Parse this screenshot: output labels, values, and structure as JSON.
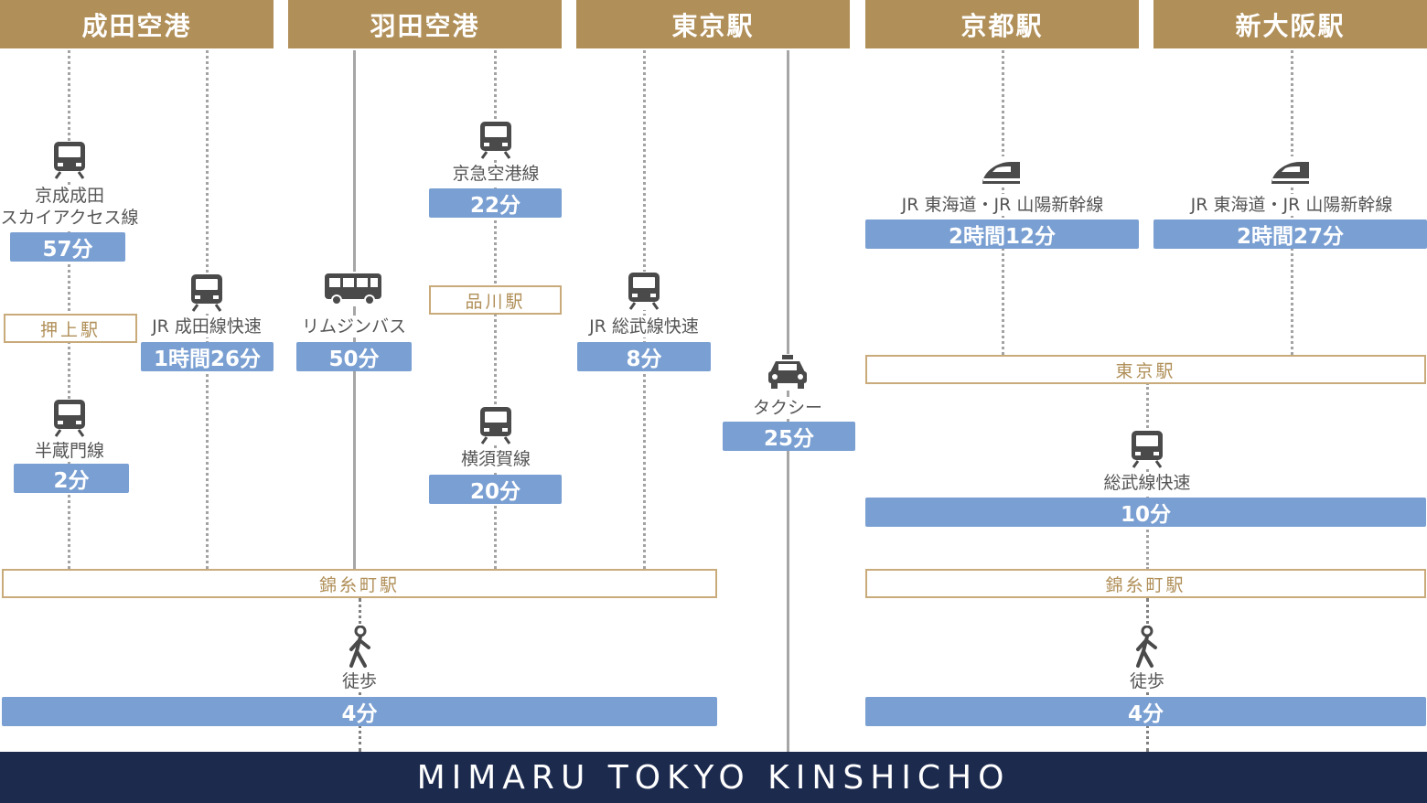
{
  "headers": [
    "成田空港",
    "羽田空港",
    "東京駅",
    "京都駅",
    "新大阪駅"
  ],
  "routes": {
    "narita_skyaccess": {
      "line1": "京成成田",
      "line2": "スカイアクセス線",
      "time": "57分",
      "transfer": "押上駅",
      "line3": "半蔵門線",
      "time2": "2分"
    },
    "narita_jr": {
      "line": "JR 成田線快速",
      "time": "1時間26分"
    },
    "haneda_bus": {
      "line": "リムジンバス",
      "time": "50分"
    },
    "haneda_keikyu": {
      "line1": "京急空港線",
      "time1": "22分",
      "transfer": "品川駅",
      "line2": "横須賀線",
      "time2": "20分"
    },
    "tokyo_jr": {
      "line": "JR 総武線快速",
      "time": "8分"
    },
    "tokyo_taxi": {
      "line": "タクシー",
      "time": "25分"
    },
    "kyoto": {
      "line": "JR 東海道・JR 山陽新幹線",
      "time": "2時間12分"
    },
    "shinosaka": {
      "line": "JR 東海道・JR 山陽新幹線",
      "time": "2時間27分"
    },
    "right_transfer": "東京駅",
    "right_sobu": {
      "line": "総武線快速",
      "time": "10分"
    }
  },
  "kinshicho_station": "錦糸町駅",
  "walk": {
    "label": "徒歩",
    "time": "4分"
  },
  "footer": "MIMARU TOKYO KINSHICHO",
  "colors": {
    "header": "#b08f58",
    "pill": "#7a9fd2",
    "box_border": "#c9aa7a",
    "footer": "#1c2a4e"
  },
  "icons": [
    "train-icon",
    "bus-icon",
    "taxi-icon",
    "shinkansen-icon",
    "walking-person-icon"
  ]
}
